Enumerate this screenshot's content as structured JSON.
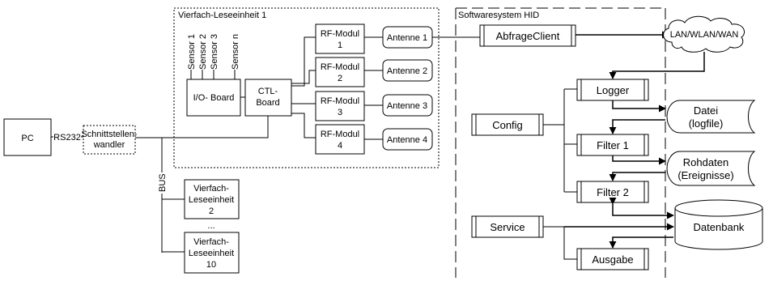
{
  "reader_group": {
    "title": "Vierfach-Leseeinheit 1",
    "sensors": [
      "Sensor 1",
      "Sensor 2",
      "Sensor 3",
      "Sensor n"
    ],
    "io_board": "I/O- Board",
    "ctl_board": [
      "CTL-",
      "Board"
    ],
    "rf_modules": [
      [
        "RF-Modul",
        "1"
      ],
      [
        "RF-Modul",
        "2"
      ],
      [
        "RF-Modul",
        "3"
      ],
      [
        "RF-Modul",
        "4"
      ]
    ],
    "antennas": [
      "Antenne 1",
      "Antenne 2",
      "Antenne 3",
      "Antenne 4"
    ]
  },
  "pc": "PC",
  "rs232": "RS232",
  "converter": [
    "Schnittstellen-",
    "wandler"
  ],
  "bus": "BUS",
  "reader2": [
    "Vierfach-",
    "Leseeinheit",
    "2"
  ],
  "ellipsis": "...",
  "reader10": [
    "Vierfach-",
    "Leseeinheit",
    "10"
  ],
  "software": {
    "title": "Softwaresystem HID",
    "abfrage_client": "AbfrageClient",
    "network": "LAN/WLAN/WAN",
    "logger": "Logger",
    "config": "Config",
    "filter1": "Filter 1",
    "filter2": "Filter 2",
    "service": "Service",
    "ausgabe": "Ausgabe",
    "datei": [
      "Datei",
      "(logfile)"
    ],
    "rohdaten": [
      "Rohdaten",
      "(Ereignisse)"
    ],
    "datenbank": "Datenbank"
  }
}
